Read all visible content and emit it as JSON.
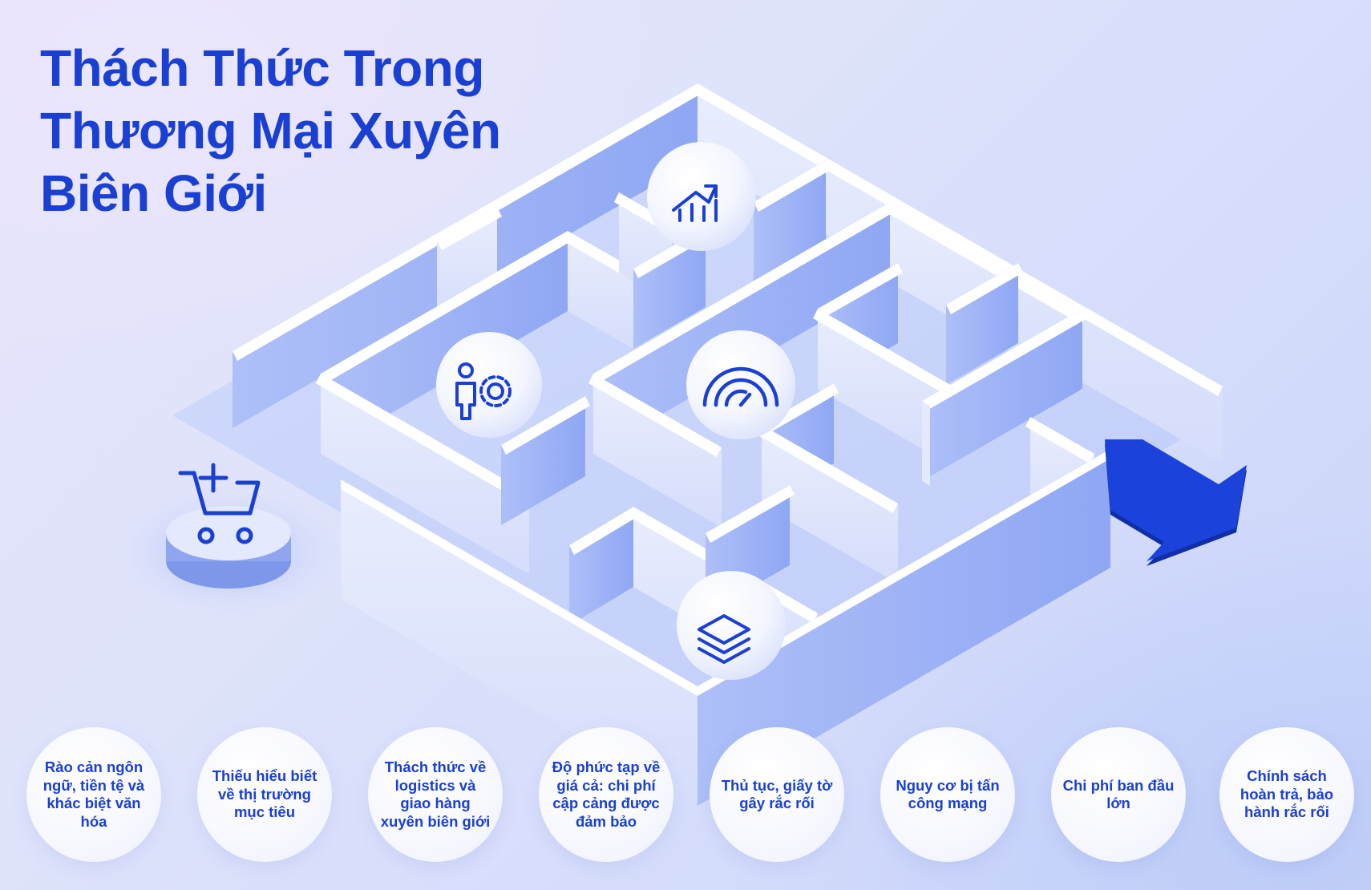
{
  "title": "Thách Thức Trong Thương Mại Xuyên Biên Giới",
  "colors": {
    "accent": "#1a3fd3",
    "maze_floor": "#cad5fb",
    "wall_top": "#ffffff",
    "bubble_fill": "#ffffff"
  },
  "icons": {
    "cart": "shopping-cart-plus-icon",
    "growth": "chart-up-icon",
    "team": "person-gear-icon",
    "speed": "gauge-icon",
    "layers": "stacked-layers-icon",
    "exit": "arrow-down-right-icon"
  },
  "challenges": [
    "Rào cản ngôn ngữ, tiền tệ và khác biệt văn hóa",
    "Thiếu hiểu biết về thị trường mục tiêu",
    "Thách thức về logistics và giao hàng xuyên biên giới",
    "Độ phức tạp về giá cả: chi phí cập cảng được đảm bảo",
    "Thủ tục, giấy tờ gây rắc rối",
    "Nguy cơ bị tấn công mạng",
    "Chi phí ban đầu lớn",
    "Chính sách hoàn trả, bảo hành rắc rối"
  ]
}
